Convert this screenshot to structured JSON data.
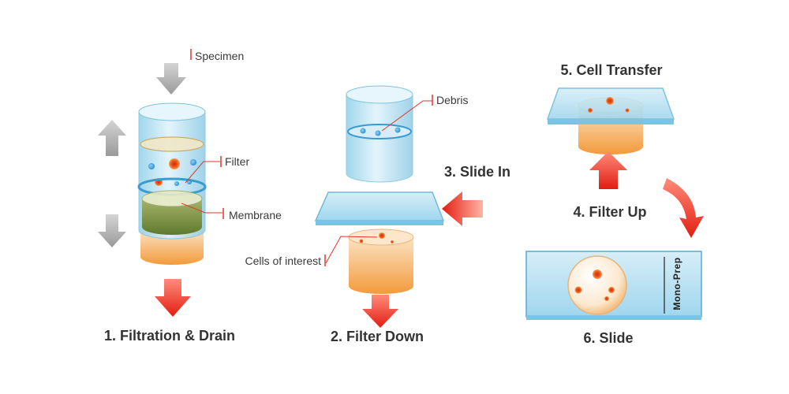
{
  "labels": {
    "specimen": "Specimen",
    "filter": "Filter",
    "membrane": "Membrane",
    "debris": "Debris",
    "cells_of_interest": "Cells of interest",
    "brand": "Mono-Prep"
  },
  "steps": {
    "step1": "1. Filtration & Drain",
    "step2": "2. Filter Down",
    "step3": "3. Slide In",
    "step4": "4. Filter Up",
    "step5": "5. Cell Transfer",
    "step6": "6. Slide"
  },
  "colors": {
    "flow_arrow": "#e8281e",
    "move_arrow": "#a8a8a8",
    "cylinder": "#bfe4f4",
    "fluid": "#f5a24a",
    "membrane": "#6e8a3a",
    "cell": "#e0531f",
    "debris": "#4aa3d8"
  }
}
